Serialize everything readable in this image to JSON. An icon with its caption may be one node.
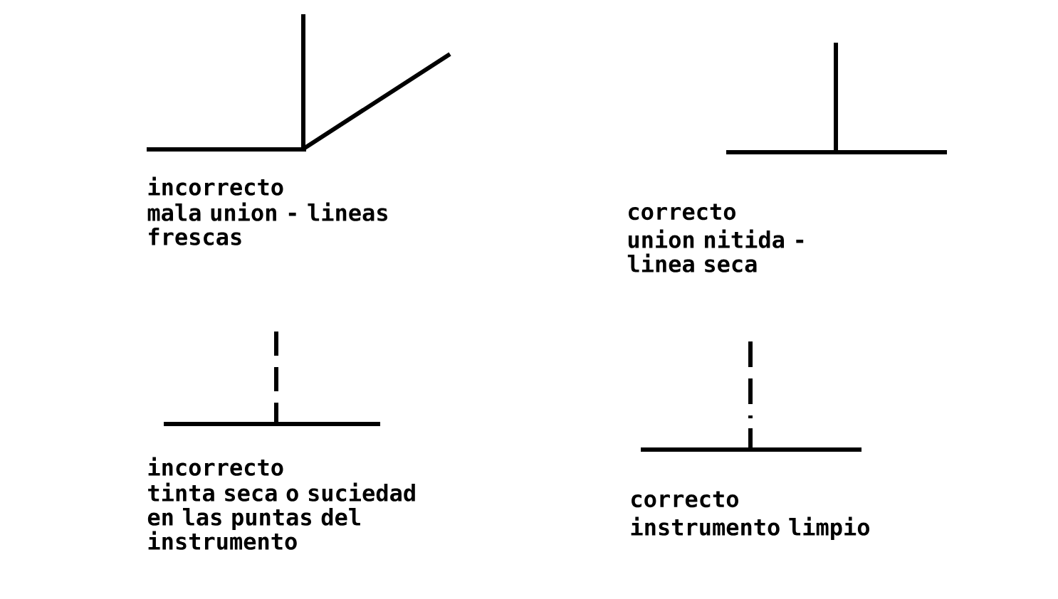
{
  "diagram": {
    "labels": [
      "incorrecto",
      "mala union - lineas frescas",
      "correcto",
      "union nitida - linea seca",
      "incorrecto",
      "tinta seca o suciedad en las puntas del instrumento",
      "correcto",
      "instrumento limpio"
    ]
  }
}
